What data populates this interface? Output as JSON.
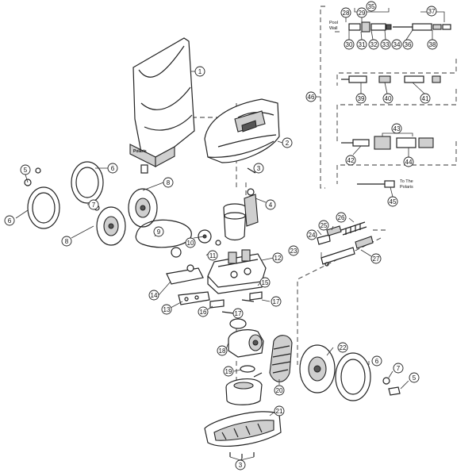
{
  "callouts": {
    "c1": "1",
    "c2": "2",
    "c3a": "3",
    "c3b": "3",
    "c4": "4",
    "c5a": "5",
    "c5b": "5",
    "c6a": "6",
    "c6b": "6",
    "c6c": "6",
    "c7a": "7",
    "c7b": "7",
    "c8a": "8",
    "c8b": "8",
    "c9": "9",
    "c10": "10",
    "c11": "11",
    "c12": "12",
    "c13": "13",
    "c14": "14",
    "c15": "15",
    "c16": "16",
    "c17a": "17",
    "c17b": "17",
    "c18": "18",
    "c19": "19",
    "c20": "20",
    "c21": "21",
    "c22": "22",
    "c23": "23",
    "c24": "24",
    "c25": "25",
    "c26": "26",
    "c27": "27",
    "c28": "28",
    "c29": "29",
    "c30": "30",
    "c31": "31",
    "c32": "32",
    "c33": "33",
    "c34": "34",
    "c35": "35",
    "c36": "36",
    "c37": "37",
    "c38": "38",
    "c39": "39",
    "c40": "40",
    "c41": "41",
    "c42": "42",
    "c43": "43",
    "c44": "44",
    "c45": "45",
    "c46": "46"
  },
  "notes": {
    "pool_wall_line1": "Pool",
    "pool_wall_line2": "Wall",
    "to_polaris_line1": "To The",
    "to_polaris_line2": "Polaris"
  },
  "brand": {
    "bag_logo": "Polaris"
  },
  "icons": {
    "bag": "filter-bag-icon",
    "top": "top-housing-icon",
    "wheel": "tire-wheel-icon"
  }
}
